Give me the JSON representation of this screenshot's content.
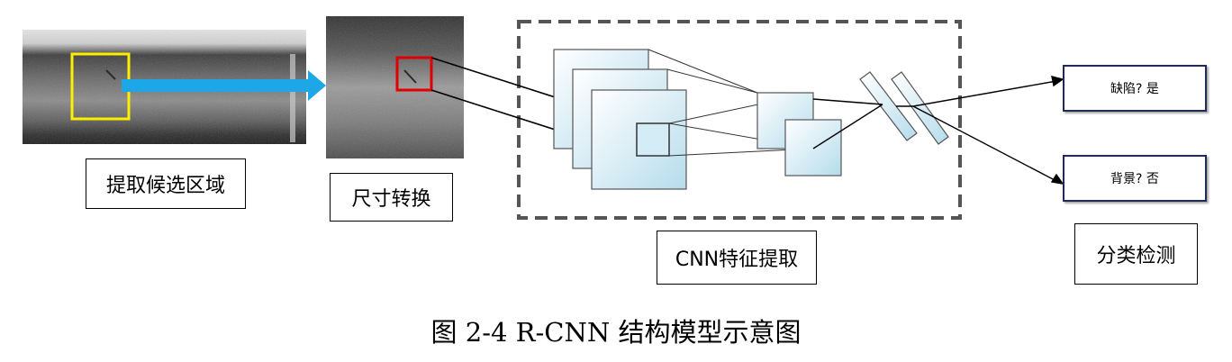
{
  "stages": {
    "extract_candidates": "提取候选区域",
    "resize": "尺寸转换",
    "cnn_features": "CNN特征提取",
    "classify": "分类检测"
  },
  "outputs": {
    "defect": "缺陷? 是",
    "background": "背景? 否"
  },
  "caption": "图 2-4 R-CNN 结构模型示意图",
  "colors": {
    "candidate_box": "#ffee00",
    "resized_box": "#e00000",
    "arrow": "#1da7e6",
    "layer_fill": "#d3ecf6",
    "output_border": "#1f2a5a"
  }
}
